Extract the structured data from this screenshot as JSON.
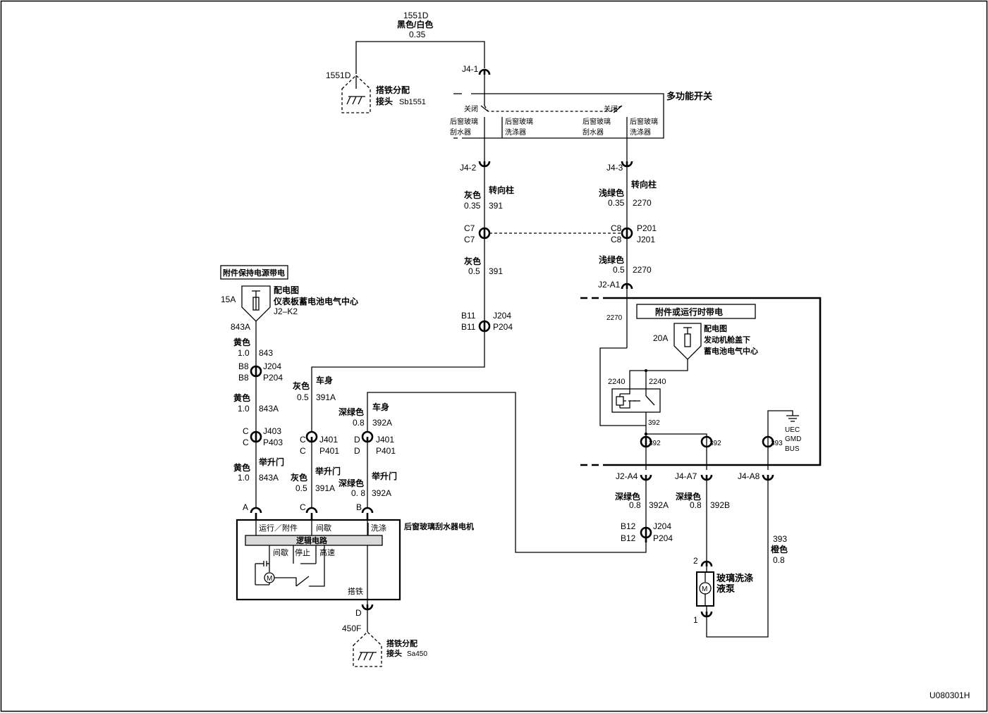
{
  "wires": {
    "ground_1551": {
      "circuit": "1551D",
      "color": "黑色/白色",
      "gauge": "0.35"
    },
    "g391_upper": {
      "color": "灰色",
      "gauge": "0.35",
      "circuit": "391",
      "harness": "转向柱"
    },
    "g391_mid": {
      "color": "灰色",
      "gauge": "0.5",
      "circuit": "391"
    },
    "lg2270_upper": {
      "color": "浅绿色",
      "gauge": "0.35",
      "circuit": "2270",
      "harness": "转向柱"
    },
    "lg2270_mid": {
      "color": "浅绿色",
      "gauge": "0.5",
      "circuit": "2270"
    },
    "y843_a": {
      "color": "黄色",
      "gauge": "1.0",
      "circuit": "843"
    },
    "y843_b": {
      "color": "黄色",
      "gauge": "1.0",
      "circuit": "843A"
    },
    "y843_c": {
      "color": "黄色",
      "gauge": "1.0",
      "circuit": "843A",
      "harness": "举升门"
    },
    "g391a_body": {
      "color": "灰色",
      "gauge": "0.5",
      "circuit": "391A",
      "harness": "车身"
    },
    "g391a_lift": {
      "color": "灰色",
      "gauge": "0.5",
      "circuit": "391A",
      "harness": "举升门"
    },
    "dg392a_body": {
      "color": "深绿色",
      "gauge": "0.8",
      "circuit": "392A",
      "harness": "车身"
    },
    "dg392a_lift": {
      "color": "深绿色",
      "gauge": "0. 8",
      "circuit": "392A",
      "harness": "举升门"
    },
    "dg392a_right": {
      "color": "深绿色",
      "gauge": "0.8",
      "circuit": "392A"
    },
    "dg392b": {
      "color": "深绿色",
      "gauge": "0.8",
      "circuit": "392B"
    },
    "or393": {
      "circuit": "393",
      "color": "橙色",
      "gauge": "0.8"
    }
  },
  "ground_sb1551": {
    "id": "1551D",
    "label1": "搭铁分配",
    "label2": "接头",
    "code": "Sb1551"
  },
  "ground_sa450": {
    "id": "450F",
    "label1": "搭铁分配",
    "label2": "接头",
    "code": "Sa450"
  },
  "connectors": {
    "j4_1": "J4-1",
    "j4_2": "J4-2",
    "j4_3": "J4-3",
    "c7a": "C7",
    "c7b": "C7",
    "c8a": "C8",
    "c8b": "C8",
    "p201": "P201",
    "j201": "J201",
    "j2_a1": "J2-A1",
    "b11a": "B11",
    "b11b": "B11",
    "j204_a": "J204",
    "p204_a": "P204",
    "b8a": "B8",
    "b8b": "B8",
    "j204_b": "J204",
    "p204_b": "P204",
    "c_j403": "C",
    "c_p403": "C",
    "j403": "J403",
    "p403": "P403",
    "c_j401": "C",
    "c_p401": "C",
    "j401_c": "J401",
    "p401_c": "P401",
    "d_j401": "D",
    "d_p401": "D",
    "j401_d": "J401",
    "p401_d": "P401",
    "pin_a": "A",
    "pin_c": "C",
    "pin_b": "B",
    "pin_d": "D",
    "j2_a4": "J2-A4",
    "j4_a7": "J4-A7",
    "j4_a8": "J4-A8",
    "b12a": "B12",
    "b12b": "B12",
    "j204_c": "J204",
    "p204_c": "P204",
    "pump_2": "2",
    "pump_1": "1"
  },
  "switch": {
    "title": "多功能开关",
    "off_left": "关闭",
    "off_right": "关闭",
    "l1a": "后窗玻璃",
    "l1b": "刮水器",
    "l2a": "后窗玻璃",
    "l2b": "洗涤器",
    "l3a": "后窗玻璃",
    "l3b": "刮水器",
    "l4a": "后窗玻璃",
    "l4b": "洗涤器"
  },
  "power_left": {
    "header": "附件保持电源带电",
    "fuse": "15A",
    "title1": "配电图",
    "title2": "仪表板蓄电池电气中心",
    "loc": "J2–K2",
    "circuit": "843A"
  },
  "module": {
    "header": "附件或运行时带电",
    "fuse": "20A",
    "title1": "配电图",
    "title2": "发动机舱盖下",
    "title3": "蓄电池电气中心",
    "c2270": "2270",
    "c2240a": "2240",
    "c2240b": "2240",
    "c392a": "392",
    "c392b": "392",
    "c392c": "392",
    "c393": "393",
    "uec": "UEC",
    "gmd": "GMD",
    "bus": "BUS"
  },
  "motor": {
    "title": "后窗玻璃刮水器电机",
    "run": "运行／附件",
    "int": "间歇",
    "wash": "洗涤",
    "logic": "逻辑电路",
    "s_int": "间歇",
    "s_park": "停止",
    "s_high": "高速",
    "ground": "搭铁",
    "m": "M"
  },
  "pump": {
    "title1": "玻璃洗涤",
    "title2": "液泵",
    "m": "M"
  },
  "figure_id": "U080301H"
}
